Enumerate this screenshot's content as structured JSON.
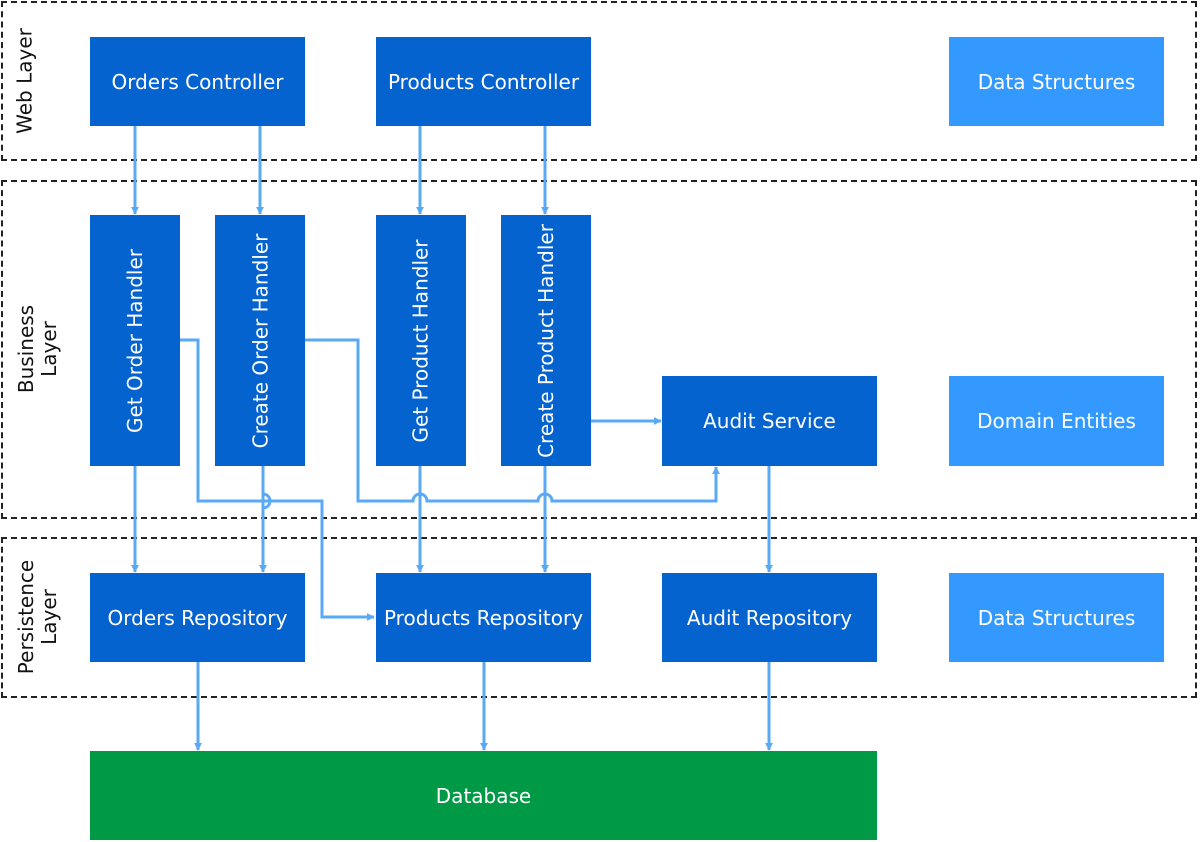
{
  "layers": {
    "web": "Web Layer",
    "business": [
      "Business",
      "Layer"
    ],
    "persistence": [
      "Persistence",
      "Layer"
    ]
  },
  "web": {
    "orders_controller": "Orders Controller",
    "products_controller": "Products Controller",
    "data_structures": "Data Structures"
  },
  "business": {
    "get_order_handler": "Get Order Handler",
    "create_order_handler": "Create Order Handler",
    "get_product_handler": "Get Product Handler",
    "create_product_handler": "Create Product Handler",
    "audit_service": "Audit Service",
    "domain_entities": "Domain Entities"
  },
  "persistence": {
    "orders_repository": "Orders Repository",
    "products_repository": "Products Repository",
    "audit_repository": "Audit Repository",
    "data_structures": "Data Structures"
  },
  "database": "Database",
  "colors": {
    "component": "#0563cf",
    "model": "#3399ff",
    "database": "#009a47",
    "arrow": "#5aa9f5",
    "layer_border": "#222222"
  }
}
